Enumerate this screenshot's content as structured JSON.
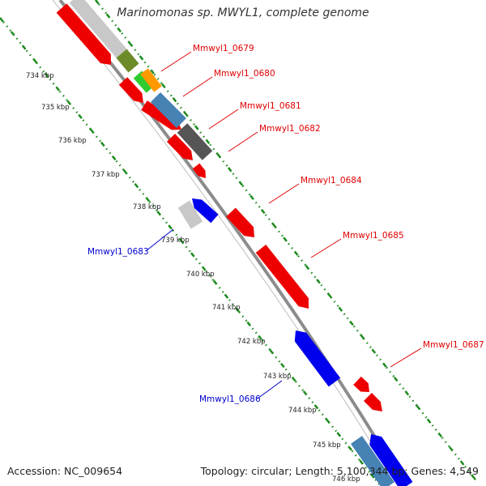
{
  "title": "Marinomonas sp. MWYL1, complete genome",
  "accession": "Accession: NC_009654",
  "topology": "Topology: circular; Length: 5,100,344 bp; Genes: 4,549",
  "colors": {
    "backbone": "#8c8c8c",
    "tick_ring": "#1f8c1f",
    "forward_label": "#e00000",
    "reverse_label": "#0000cc",
    "cds_forward": "#ee0000",
    "cds_reverse": "#0000ee",
    "cog_gray": "#c8c8c8",
    "cog_olive": "#6e8b2a",
    "cog_green": "#2ecc2e",
    "cog_orange": "#ff9900",
    "cog_steel": "#4682b4",
    "cog_dark": "#555555"
  },
  "kbp_labels": [
    "734 kbp",
    "735 kbp",
    "736 kbp",
    "737 kbp",
    "738 kbp",
    "739 kbp",
    "740 kbp",
    "741 kbp",
    "742 kbp",
    "743 kbp",
    "744 kbp",
    "745 kbp",
    "746 kbp"
  ],
  "forward_labels": [
    "Mmwyl1_0679",
    "Mmwyl1_0680",
    "Mmwyl1_0681",
    "Mmwyl1_0682",
    "Mmwyl1_0684",
    "Mmwyl1_0685",
    "Mmwyl1_0687"
  ],
  "reverse_labels": [
    "Mmwyl1_0683",
    "Mmwyl1_0686"
  ]
}
